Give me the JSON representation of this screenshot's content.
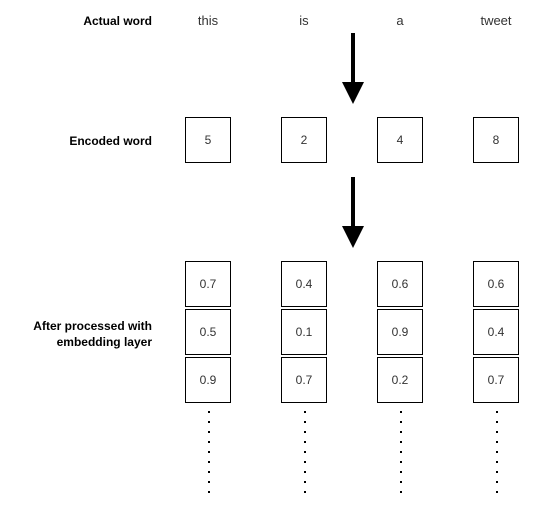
{
  "rows": {
    "actual_label": "Actual word",
    "encoded_label": "Encoded word",
    "embedding_label_line1": "After processed with",
    "embedding_label_line2": "embedding layer"
  },
  "words": [
    "this",
    "is",
    "a",
    "tweet"
  ],
  "encoded": [
    "5",
    "2",
    "4",
    "8"
  ],
  "embeddings": [
    [
      "0.7",
      "0.5",
      "0.9"
    ],
    [
      "0.4",
      "0.1",
      "0.7"
    ],
    [
      "0.6",
      "0.9",
      "0.2"
    ],
    [
      "0.6",
      "0.4",
      "0.7"
    ]
  ]
}
